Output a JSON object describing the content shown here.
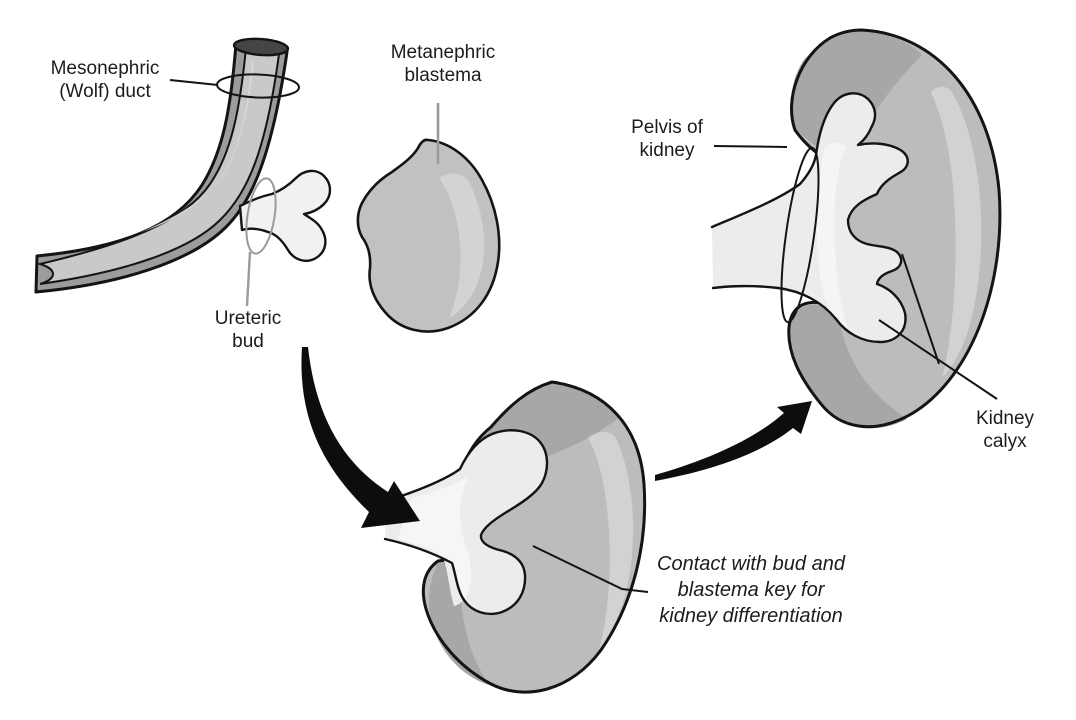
{
  "figure": {
    "description_labels": {
      "mesonephric_duct": "Mesonephric\n(Wolf) duct",
      "metanephric_blastema": "Metanephric\nblastema",
      "ureteric_bud": "Ureteric\nbud",
      "pelvis_of_kidney": "Pelvis of\nkidney",
      "kidney_calyx": "Kidney\ncalyx",
      "annotation": "Contact with bud and\nblastema key for\nkidney differentiation"
    },
    "icons": {
      "bud_to_kidney_arrow": "curved-black-arrow",
      "maturation_arrow": "curved-black-arrow",
      "duct_cross_section_marker": "ellipse-outline",
      "bud_marker": "gray-ellipse-outline",
      "pelvis_marker": "ellipse-outline"
    },
    "colors": {
      "background": "#ffffff",
      "outline": "#141414",
      "duct_wall": "#9c9c9c",
      "duct_lumen": "#c9c9c9",
      "duct_lumen_highlight": "#d9d9d9",
      "duct_cap": "#454545",
      "bud_fill": "#f1f1f1",
      "blastema_fill": "#c1c1c1",
      "blastema_highlight": "#d3d3d3",
      "kidney_fill": "#bcbcbc",
      "kidney_dark": "#a7a7a7",
      "kidney_highlight": "#d2d2d2",
      "pelvis_fill": "#ececec",
      "pelvis_highlight": "#f8f8f8",
      "marker_gray": "#9a9a9a",
      "text": "#1c1c1c"
    }
  }
}
